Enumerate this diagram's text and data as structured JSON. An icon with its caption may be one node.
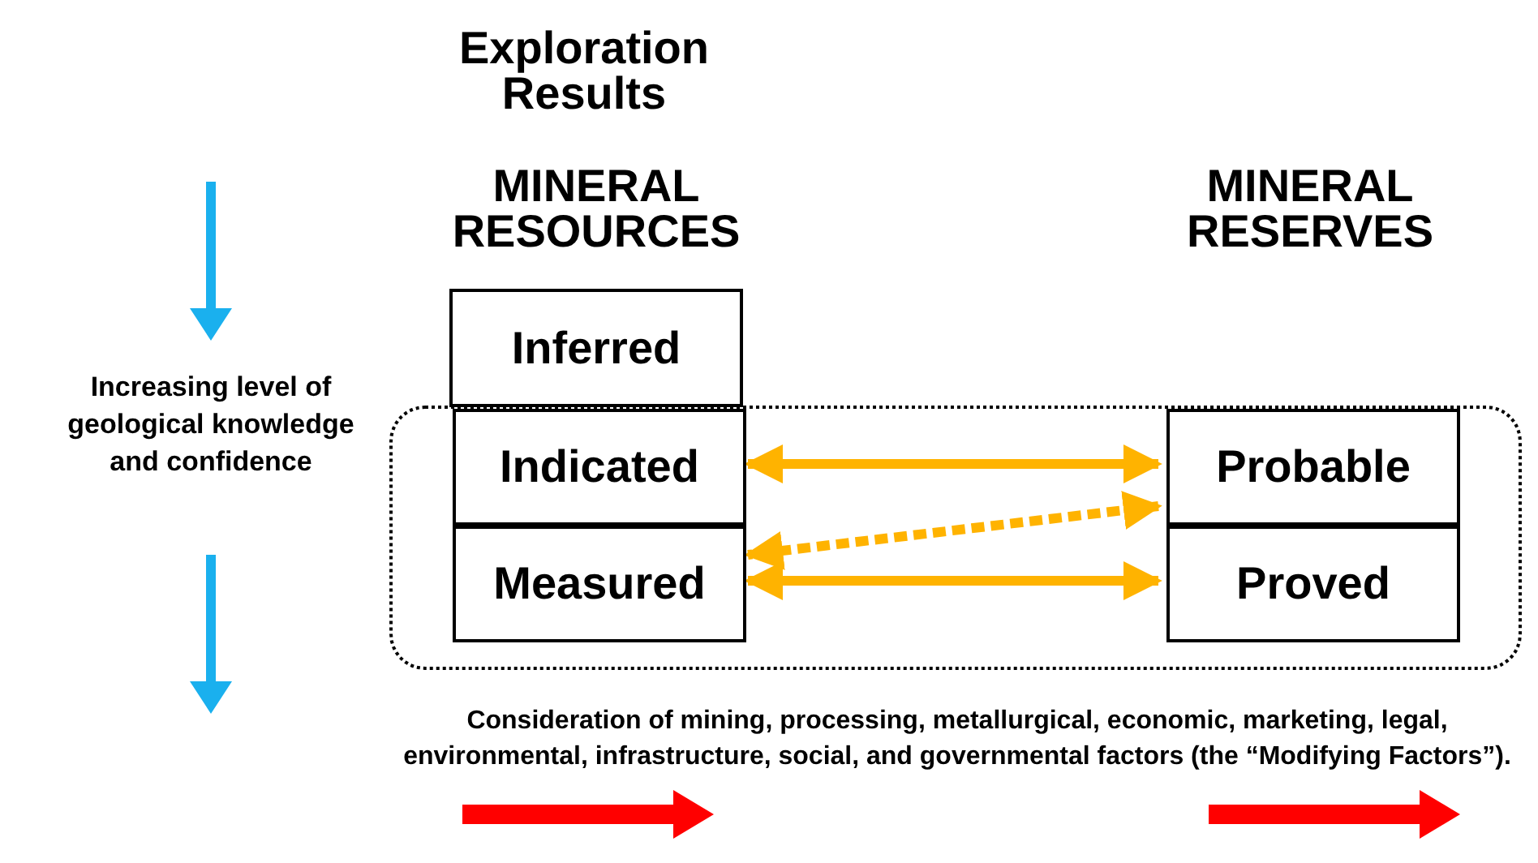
{
  "diagram": {
    "nodes": [
      {
        "text": [
          "Inferred"
        ]
      },
      {
        "text": [],
        "shape": "box"
      },
      {
        "text": [
          "Indicated"
        ],
        "in": 1
      },
      {
        "text": [
          "Measured"
        ],
        "in": 1
      },
      {
        "text": [
          "Probable"
        ],
        "in": 1
      },
      {
        "text": [
          "Proved"
        ],
        "in": 1
      }
    ],
    "edges": [
      {
        "from": 2,
        "to": 4,
        "arrow": "both"
      },
      {
        "from": 4,
        "to": 3,
        "arrow": "both",
        "style": "dashed"
      },
      {
        "from": 3,
        "to": 5,
        "arrow": "both"
      }
    ],
    "labels": [
      "Exploration Results",
      "MINERAL RESOURCES",
      "MINERAL RESERVES",
      "Increasing level of geological knowledge and confidence",
      "Consideration of mining, processing, metallurgical, economic, marketing, legal, environmental, infrastructure, social, and governmental factors (the “Modifying Factors”)."
    ]
  }
}
